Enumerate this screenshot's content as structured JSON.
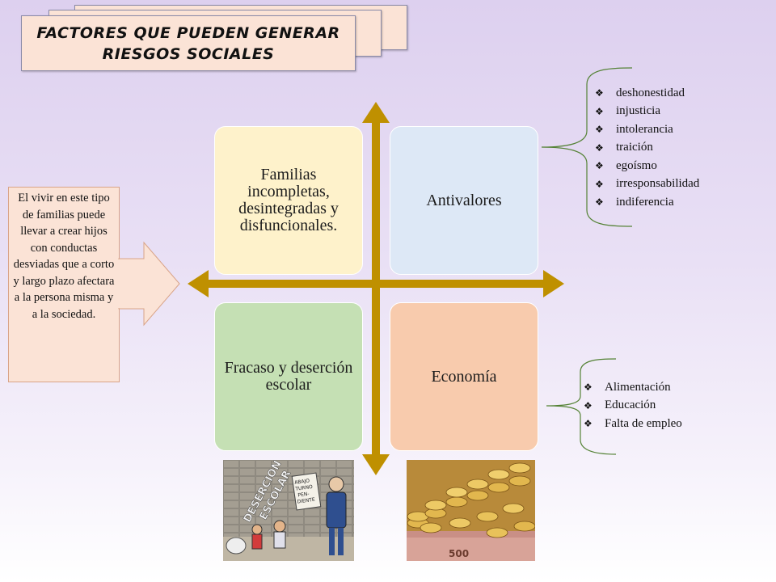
{
  "title": {
    "line1": "FACTORES QUE PUEDEN GENERAR",
    "line2": "RIESGOS SOCIALES"
  },
  "quadrants": [
    {
      "key": "familias",
      "label": "Familias incompletas, desintegradas y disfuncionales.",
      "color": "#fef2cb"
    },
    {
      "key": "antivalores",
      "label": "Antivalores",
      "color": "#dde8f6"
    },
    {
      "key": "fracaso",
      "label": "Fracaso y deserción escolar",
      "color": "#c5e0b4"
    },
    {
      "key": "economia",
      "label": "Economía",
      "color": "#f8cbad"
    }
  ],
  "note": {
    "text": "El vivir en este tipo de familias puede llevar a crear hijos con conductas desviadas que a corto y largo plazo afectara a la persona misma y a la sociedad."
  },
  "antivalores_list": [
    "deshonestidad",
    "injusticia",
    "intolerancia",
    "traición",
    "egoísmo",
    "irresponsabilidad",
    "indiferencia"
  ],
  "economia_list": [
    "Alimentación",
    "Educación",
    "Falta de empleo"
  ],
  "images": {
    "desercion": {
      "words": [
        "DESERCION",
        "ESCOLAR"
      ],
      "sign": [
        "ABAJO",
        "TURNO",
        "PEN-",
        "DIENTE"
      ]
    },
    "monedas": {
      "bill_text": "500"
    }
  },
  "colors": {
    "arrow": "#bf9000",
    "bullet_bracket": "#548235",
    "title_card": "#fbe3d6"
  },
  "bullet_icon": "diamond-bullet-icon"
}
